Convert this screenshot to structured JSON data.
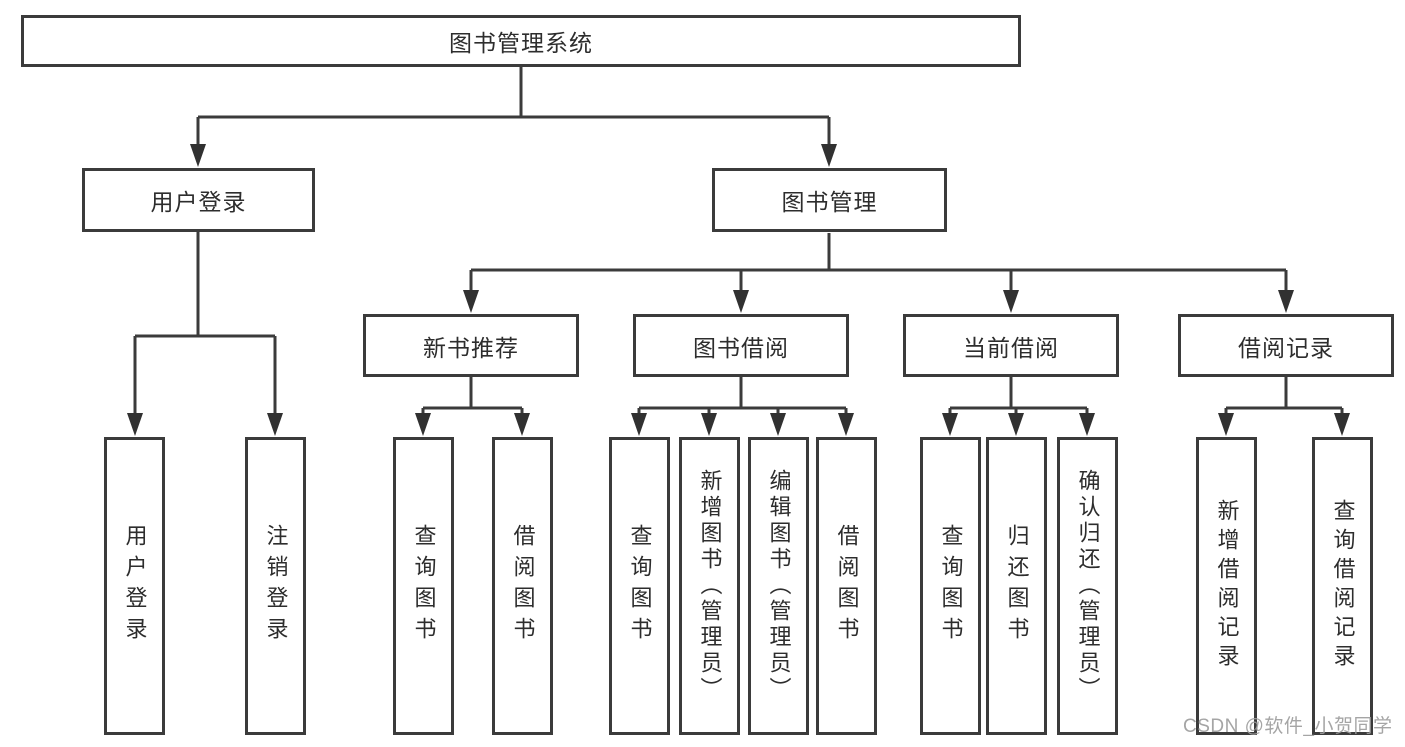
{
  "tree": {
    "label": "图书管理系统",
    "children": [
      {
        "label": "用户登录",
        "children": [
          {
            "label": "用户登录"
          },
          {
            "label": "注销登录"
          }
        ]
      },
      {
        "label": "图书管理",
        "children": [
          {
            "label": "新书推荐",
            "children": [
              {
                "label": "查询图书"
              },
              {
                "label": "借阅图书"
              }
            ]
          },
          {
            "label": "图书借阅",
            "children": [
              {
                "label": "查询图书"
              },
              {
                "label": "新增图书（管理员）"
              },
              {
                "label": "编辑图书（管理员）"
              },
              {
                "label": "借阅图书"
              }
            ]
          },
          {
            "label": "当前借阅",
            "children": [
              {
                "label": "查询图书"
              },
              {
                "label": "归还图书"
              },
              {
                "label": "确认归还（管理员）"
              }
            ]
          },
          {
            "label": "借阅记录",
            "children": [
              {
                "label": "新增借阅记录"
              },
              {
                "label": "查询借阅记录"
              }
            ]
          }
        ]
      }
    ]
  },
  "colors": {
    "line": "#3b3b3b",
    "text": "#2d2d2d",
    "box_background": "#ffffff",
    "watermark": "#9e9e9e"
  },
  "watermark": {
    "text": "CSDN @软件_小贺同学"
  }
}
